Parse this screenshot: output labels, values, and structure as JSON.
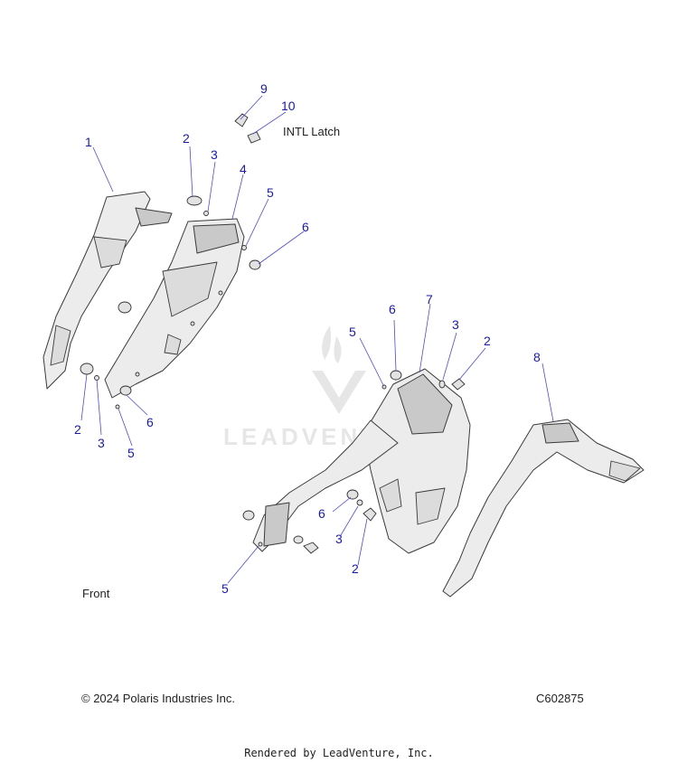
{
  "labels": {
    "intl_latch": "INTL Latch",
    "front": "Front"
  },
  "footer": {
    "copyright": "© 2024 Polaris Industries Inc.",
    "diagram_code": "C602875",
    "rendered_by": "Rendered by LeadVenture, Inc."
  },
  "watermark": {
    "text": "LEADVENTURE"
  },
  "callouts": {
    "c1": "1",
    "c2a": "2",
    "c3a": "3",
    "c4": "4",
    "c5a": "5",
    "c6a": "6",
    "c9": "9",
    "c10": "10",
    "c2b": "2",
    "c3b": "3",
    "c5b": "5",
    "c6b": "6",
    "c5c": "5",
    "c6c": "6",
    "c7": "7",
    "c3c": "3",
    "c2c": "2",
    "c8": "8",
    "c6d": "6",
    "c3d": "3",
    "c2d": "2",
    "c5d": "5"
  },
  "colors": {
    "callout": "#1a1aa6",
    "leader": "#4b4bd0",
    "part_fill": "#ececec",
    "outline": "#3a3a3a"
  }
}
